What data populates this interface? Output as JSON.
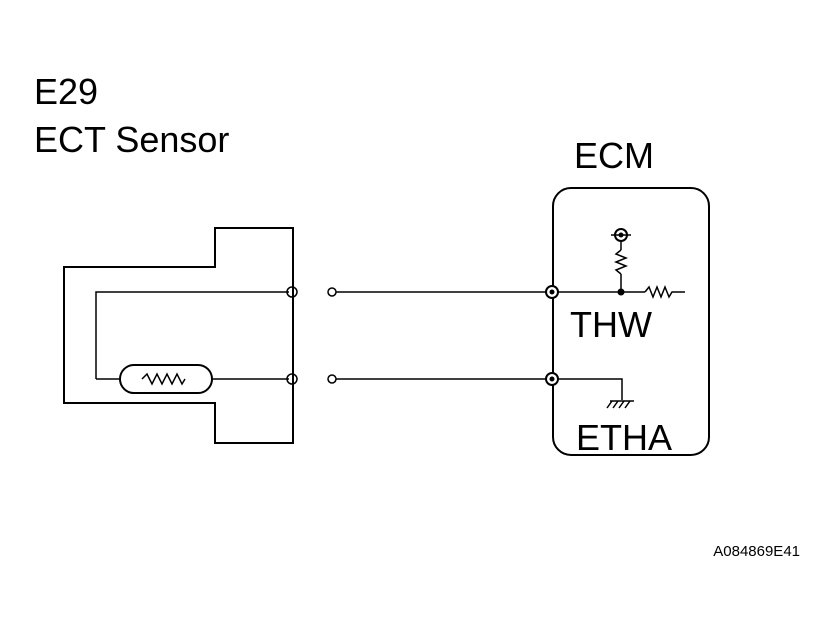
{
  "connector": {
    "id": "E29",
    "name": "ECT Sensor"
  },
  "ecm": {
    "title": "ECM",
    "pin_thw": "THW",
    "pin_etha": "ETHA"
  },
  "figure_ref": "A084869E41",
  "icons": {
    "resistor": "resistor-zigzag-icon",
    "ground": "ground-icon",
    "thermistor": "thermistor-icon"
  },
  "colors": {
    "line": "#000000",
    "background": "#ffffff"
  }
}
